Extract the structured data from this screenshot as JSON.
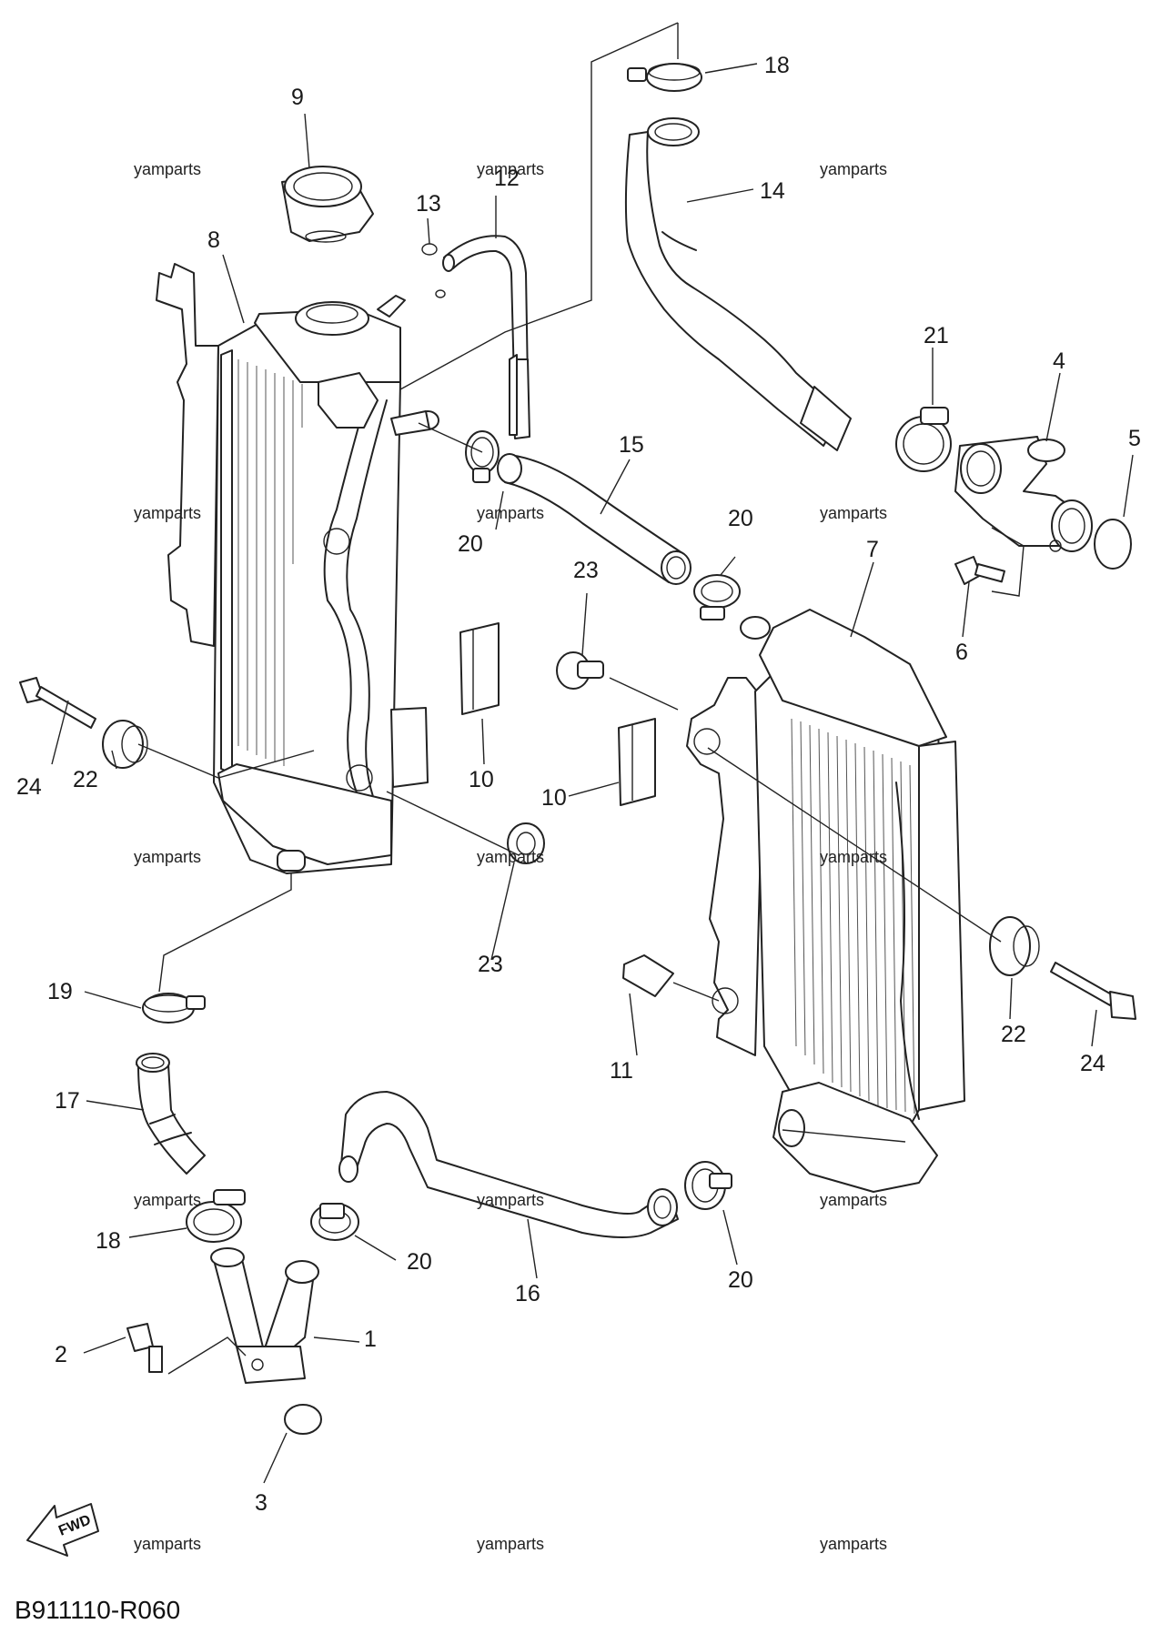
{
  "diagram_code": "B911110-R060",
  "fwd_label": "FWD",
  "watermark": "yamparts",
  "callouts": [
    "1",
    "2",
    "3",
    "4",
    "5",
    "6",
    "7",
    "8",
    "9",
    "10",
    "10",
    "11",
    "12",
    "13",
    "14",
    "15",
    "16",
    "17",
    "18",
    "18",
    "19",
    "20",
    "20",
    "20",
    "20",
    "21",
    "22",
    "22",
    "23",
    "23",
    "24",
    "24"
  ],
  "colors": {
    "line": "#222222",
    "background": "#ffffff"
  }
}
